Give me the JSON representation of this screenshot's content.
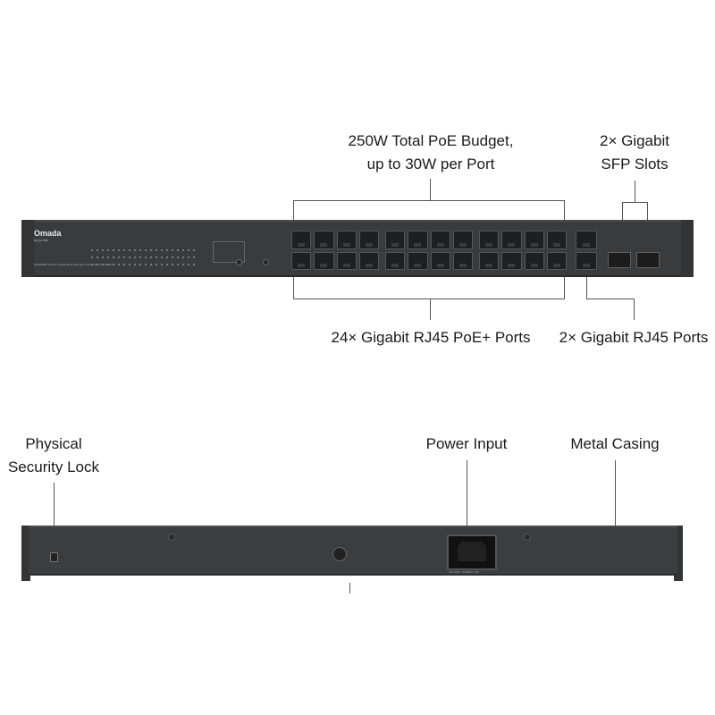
{
  "labels": {
    "poe_budget_line1": "250W Total PoE Budget,",
    "poe_budget_line2": "up to 30W per Port",
    "sfp_line1": "2× Gigabit",
    "sfp_line2": "SFP Slots",
    "poe_ports": "24× Gigabit RJ45 PoE+ Ports",
    "rj45_ports": "2× Gigabit RJ45 Ports",
    "lock_line1": "Physical",
    "lock_line2": "Security Lock",
    "power_input": "Power Input",
    "metal_casing": "Metal Casing"
  },
  "device": {
    "brand": "Omada",
    "brand_sub": "by tp-link",
    "model_text": "ES52P8EP  24-Port Gigabit Easy Managed Switch with 24-Port PoE+",
    "power_rating": "100-240V~ 50/60Hz 4.0A"
  },
  "colors": {
    "chassis": "#3a3b3d",
    "port": "#1e1f20",
    "leader_line": "#555555"
  }
}
